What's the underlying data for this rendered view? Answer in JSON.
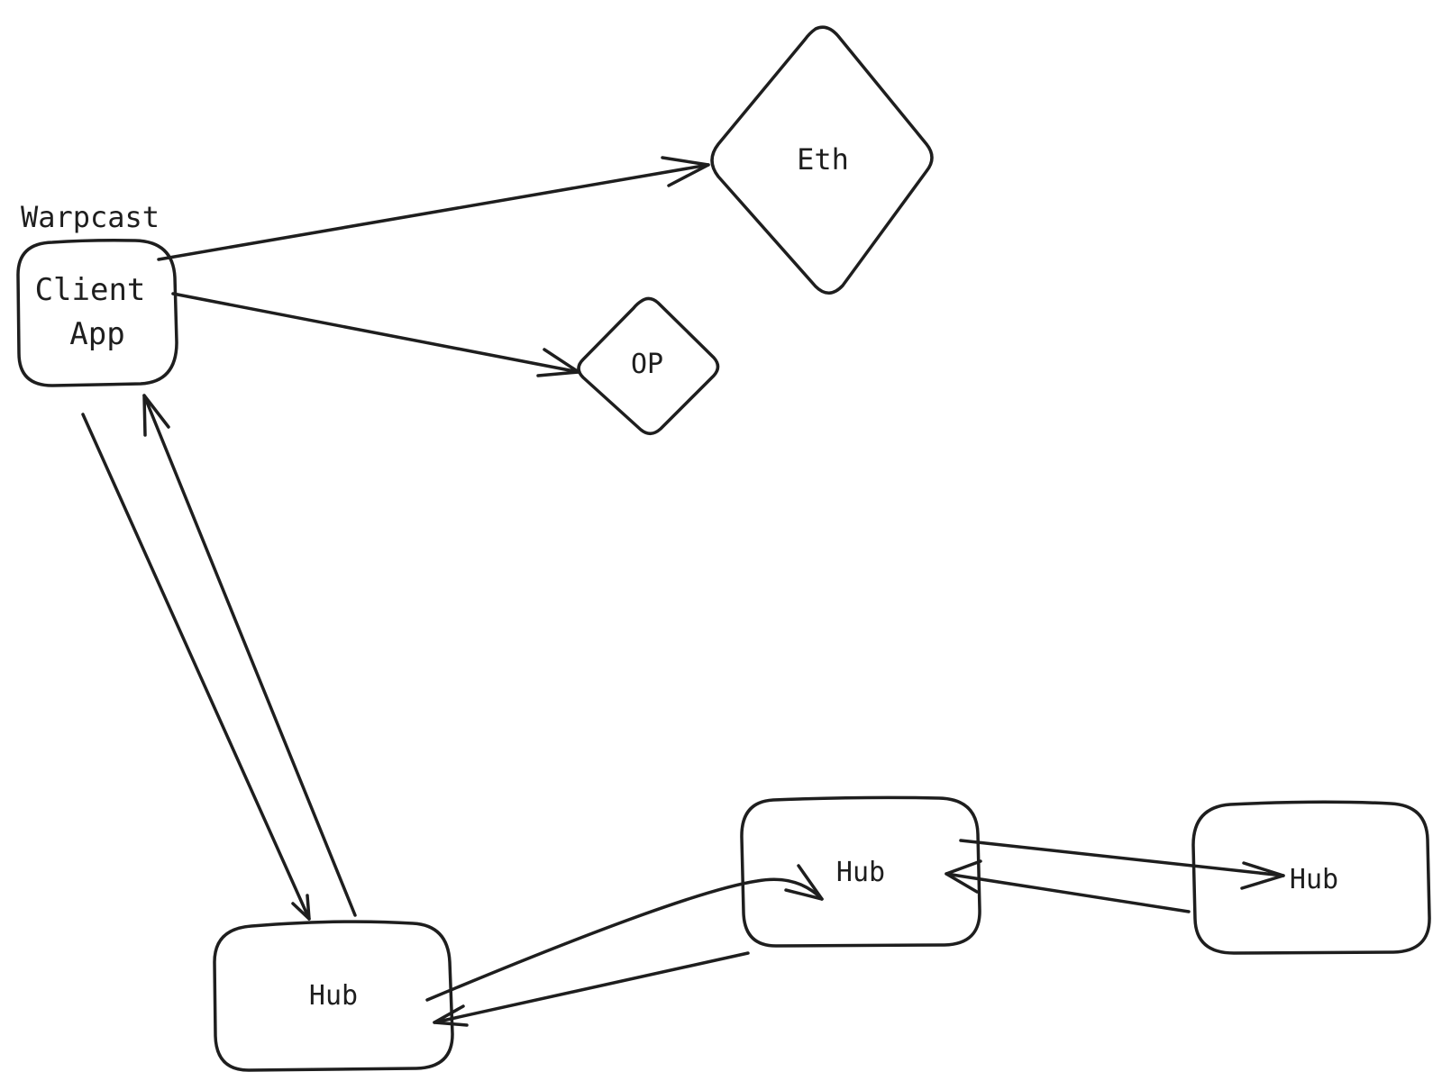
{
  "stroke_color": "#1e1e1e",
  "background_color": "#ffffff",
  "nodes": {
    "client_app": {
      "shape": "rounded-rectangle",
      "caption": "Warpcast",
      "label_line1": "Client",
      "label_line2": "App"
    },
    "eth": {
      "shape": "diamond",
      "label": "Eth"
    },
    "op": {
      "shape": "diamond",
      "label": "OP"
    },
    "hub_1": {
      "shape": "rounded-rectangle",
      "label": "Hub"
    },
    "hub_2": {
      "shape": "rounded-rectangle",
      "label": "Hub"
    },
    "hub_3": {
      "shape": "rounded-rectangle",
      "label": "Hub"
    }
  },
  "edges": [
    {
      "from": "client_app",
      "to": "eth"
    },
    {
      "from": "client_app",
      "to": "op"
    },
    {
      "from": "client_app",
      "to": "hub_1"
    },
    {
      "from": "hub_1",
      "to": "client_app"
    },
    {
      "from": "hub_1",
      "to": "hub_2"
    },
    {
      "from": "hub_2",
      "to": "hub_1"
    },
    {
      "from": "hub_2",
      "to": "hub_3"
    },
    {
      "from": "hub_3",
      "to": "hub_2"
    }
  ]
}
